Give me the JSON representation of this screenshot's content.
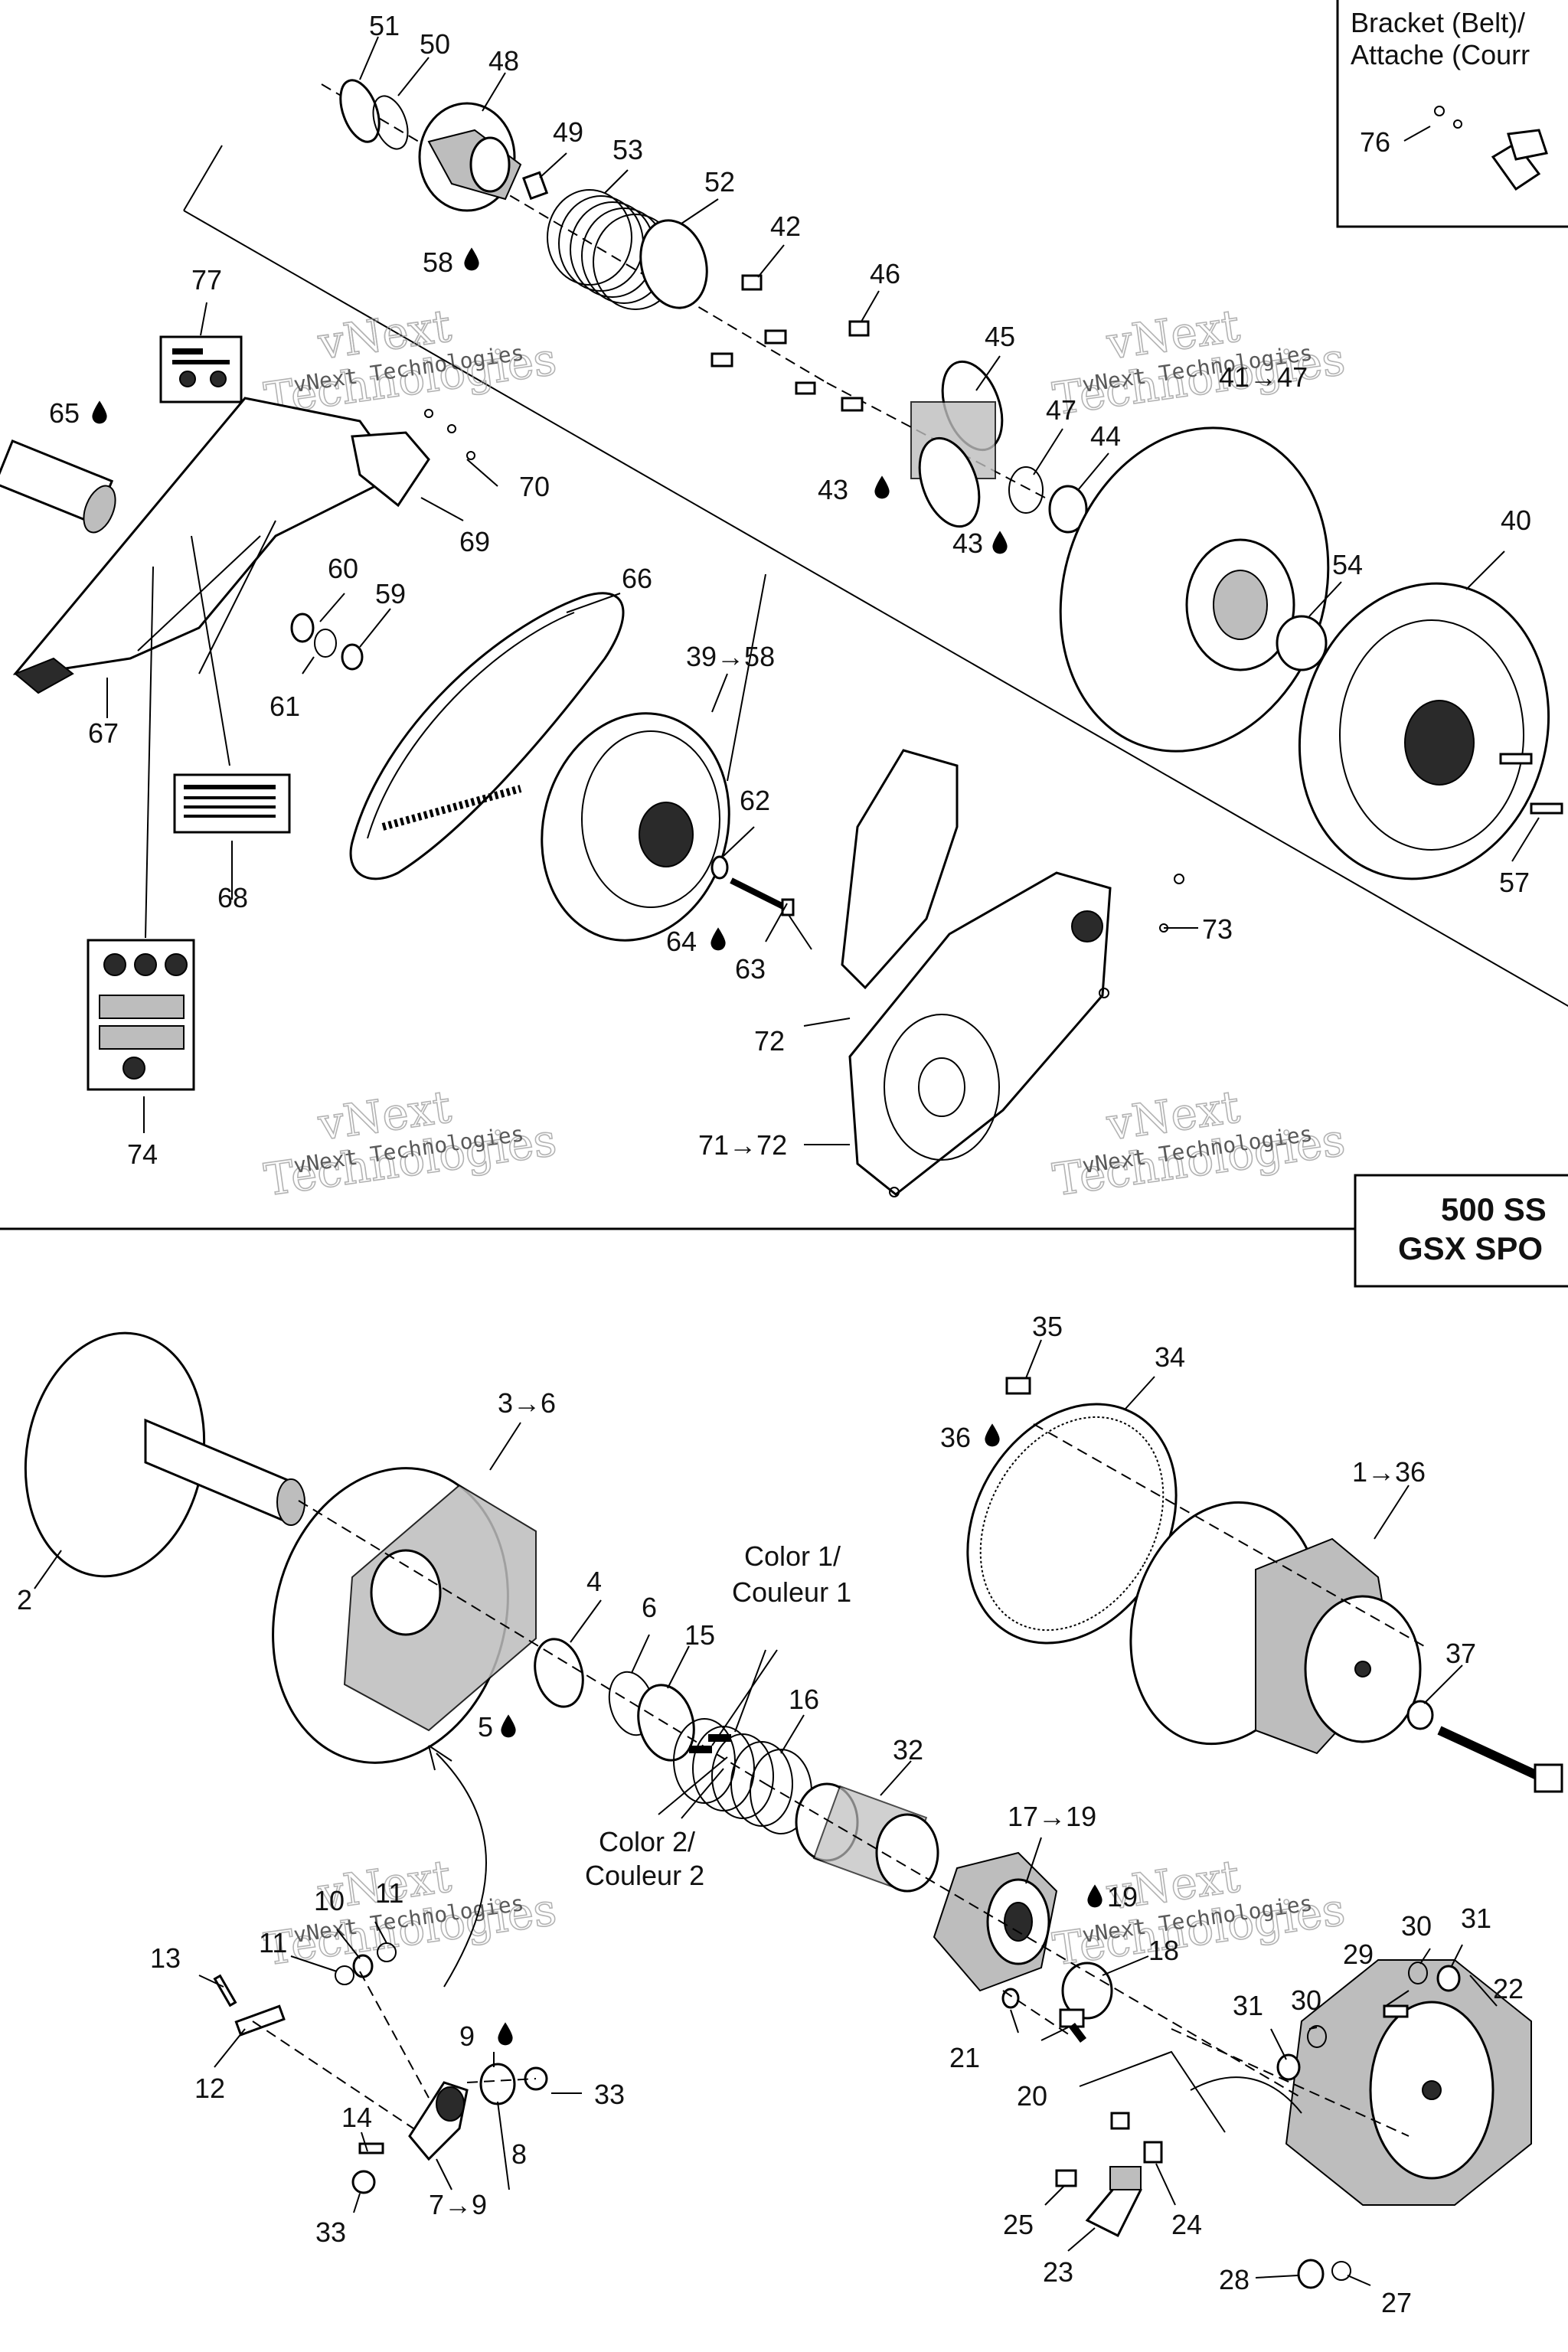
{
  "boxes": {
    "bracket_title_1": "Bracket (Belt)/",
    "bracket_title_2": "Attache (Courr",
    "model_1": "500 SS",
    "model_2": "GSX SPO"
  },
  "color_labels": {
    "color1_a": "Color 1/",
    "color1_b": "Couleur 1",
    "color2_a": "Color 2/",
    "color2_b": "Couleur 2"
  },
  "watermark": {
    "line1": "vNext",
    "line2": "Technologies",
    "small": "vNext Technologies"
  },
  "callouts": {
    "c51": "51",
    "c50": "50",
    "c48": "48",
    "c49": "49",
    "c53": "53",
    "c52": "52",
    "c42": "42",
    "c46": "46",
    "c58": "58",
    "c77": "77",
    "c65": "65",
    "c45": "45",
    "c41_47": "41→47",
    "c47": "47",
    "c44": "44",
    "c43a": "43",
    "c43b": "43",
    "c70": "70",
    "c69": "69",
    "c66": "66",
    "c60": "60",
    "c59": "59",
    "c61": "61",
    "c40": "40",
    "c54": "54",
    "c39_58": "39→58",
    "c67": "67",
    "c62": "62",
    "c68": "68",
    "c57": "57",
    "c73": "73",
    "c64": "64",
    "c63": "63",
    "c72": "72",
    "c74": "74",
    "c71_72": "71→72",
    "c76": "76",
    "c35": "35",
    "c34": "34",
    "c3_6": "3→6",
    "c36": "36",
    "c1_36": "1→36",
    "c2": "2",
    "c4": "4",
    "c6": "6",
    "c15": "15",
    "c16": "16",
    "c37": "37",
    "c5": "5",
    "c32": "32",
    "c17_19": "17→19",
    "c19": "19",
    "c18": "18",
    "c10": "10",
    "c11a": "11",
    "c11b": "11",
    "c13": "13",
    "c30a": "30",
    "c31a": "31",
    "c29": "29",
    "c22": "22",
    "c31b": "31",
    "c30b": "30",
    "c12": "12",
    "c9": "9",
    "c33a": "33",
    "c21": "21",
    "c20": "20",
    "c14": "14",
    "c8": "8",
    "c7_9": "7→9",
    "c25": "25",
    "c24": "24",
    "c33b": "33",
    "c23": "23",
    "c28": "28",
    "c27": "27"
  },
  "icons": {
    "droplet": "lubricant-drop-icon",
    "label": "warning-label-icon"
  }
}
